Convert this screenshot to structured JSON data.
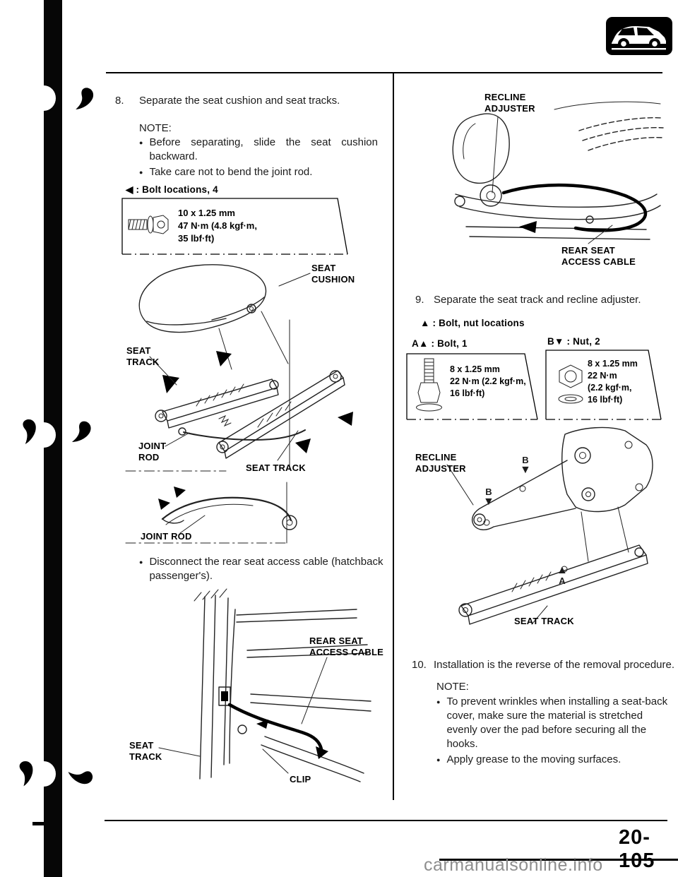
{
  "page": {
    "number": "20-105",
    "watermark": "carmanualsonline.info"
  },
  "markers": {
    "bullet": "●",
    "up_triangle": "▲",
    "down_triangle": "▼"
  },
  "left": {
    "step8_no": "8.",
    "step8_text": "Separate the seat cushion and seat tracks.",
    "note_label": "NOTE:",
    "notes": [
      "Before separating, slide the seat cushion backward.",
      "Take care not to bend the joint rod."
    ],
    "bolt_locations_label": "◀ : Bolt locations, 4",
    "bolt_spec": [
      "10 x 1.25 mm",
      "47 N·m (4.8 kgf·m,",
      "35 lbf·ft)"
    ],
    "d1": {
      "cushion1": "SEAT",
      "cushion2": "CUSHION",
      "track1": "SEAT",
      "track2": "TRACK",
      "joint1": "JOINT",
      "joint2": "ROD",
      "track_b": "SEAT TRACK",
      "joint_b": "JOINT ROD"
    },
    "disconnect_note": "Disconnect the rear seat access cable (hatchback passenger's).",
    "d2": {
      "cable1": "REAR SEAT",
      "cable2": "ACCESS CABLE",
      "track1": "SEAT",
      "track2": "TRACK",
      "clip": "CLIP"
    }
  },
  "right": {
    "recline1": "RECLINE",
    "recline2": "ADJUSTER",
    "cable1": "REAR SEAT",
    "cable2": "ACCESS CABLE",
    "step9_no": "9.",
    "step9_text": "Separate the seat track and recline adjuster.",
    "bolt_nut_label": "▲ : Bolt, nut locations",
    "bolt_a_label": "A▲ : Bolt, 1",
    "nut_b_label": "B▼ : Nut, 2",
    "bolt_spec": [
      "8 x 1.25 mm",
      "22 N·m (2.2 kgf·m,",
      "16 lbf·ft)"
    ],
    "nut_spec": [
      "8 x 1.25 mm",
      "22 N·m",
      "(2.2 kgf·m,",
      "16 lbf·ft)"
    ],
    "d4": {
      "recline1": "RECLINE",
      "recline2": "ADJUSTER",
      "b": "B",
      "a": "A",
      "track": "SEAT TRACK"
    },
    "step10_no": "10.",
    "step10_text": "Installation is the reverse of the removal procedure.",
    "note_label": "NOTE:",
    "notes": [
      "To prevent wrinkles when installing a seat-back cover, make sure the material is stretched evenly over the pad before securing all the hooks.",
      "Apply grease to the moving surfaces."
    ]
  }
}
